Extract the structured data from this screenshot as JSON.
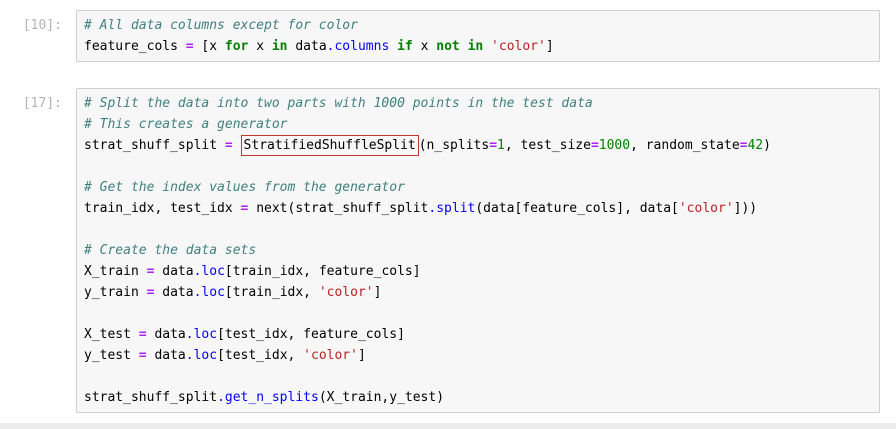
{
  "app": {
    "name": "jupyter-notebook"
  },
  "colors": {
    "cell_background": "#f7f7f7",
    "cell_border": "#cfcfcf",
    "prompt_text": "#b3b3b3",
    "comment": "#408080",
    "keyword": "#008000",
    "operator": "#AA22FF",
    "string": "#BA2121",
    "number": "#008000",
    "property": "#0000ff",
    "annotation_box": "#c0392b"
  },
  "cells": [
    {
      "prompt": "[10]:",
      "lines": [
        [
          {
            "t": "# All data columns except for color",
            "c": "com"
          }
        ],
        [
          {
            "t": "feature_cols ",
            "c": "pl"
          },
          {
            "t": "=",
            "c": "op"
          },
          {
            "t": " [x ",
            "c": "pl"
          },
          {
            "t": "for",
            "c": "kw"
          },
          {
            "t": " x ",
            "c": "pl"
          },
          {
            "t": "in",
            "c": "kw"
          },
          {
            "t": " data",
            "c": "pl"
          },
          {
            "t": ".columns",
            "c": "prop"
          },
          {
            "t": " ",
            "c": "pl"
          },
          {
            "t": "if",
            "c": "kw"
          },
          {
            "t": " x ",
            "c": "pl"
          },
          {
            "t": "not",
            "c": "kw"
          },
          {
            "t": " ",
            "c": "pl"
          },
          {
            "t": "in",
            "c": "kw"
          },
          {
            "t": " ",
            "c": "pl"
          },
          {
            "t": "'color'",
            "c": "str"
          },
          {
            "t": "]",
            "c": "pl"
          }
        ]
      ]
    },
    {
      "prompt": "[17]:",
      "lines": [
        [
          {
            "t": "# Split the data into two parts with 1000 points in the test data",
            "c": "com"
          }
        ],
        [
          {
            "t": "# This creates a generator",
            "c": "com"
          }
        ],
        [
          {
            "t": "strat_shuff_split ",
            "c": "pl"
          },
          {
            "t": "=",
            "c": "op"
          },
          {
            "t": " ",
            "c": "pl"
          },
          {
            "t": "StratifiedShuffleSplit",
            "c": "pl",
            "boxed": true
          },
          {
            "t": "(n_splits",
            "c": "pl"
          },
          {
            "t": "=",
            "c": "op"
          },
          {
            "t": "1",
            "c": "num"
          },
          {
            "t": ", test_size",
            "c": "pl"
          },
          {
            "t": "=",
            "c": "op"
          },
          {
            "t": "1000",
            "c": "num"
          },
          {
            "t": ", random_state",
            "c": "pl"
          },
          {
            "t": "=",
            "c": "op"
          },
          {
            "t": "42",
            "c": "num"
          },
          {
            "t": ")",
            "c": "pl"
          }
        ],
        [],
        [
          {
            "t": "# Get the index values from the generator",
            "c": "com"
          }
        ],
        [
          {
            "t": "train_idx, test_idx ",
            "c": "pl"
          },
          {
            "t": "=",
            "c": "op"
          },
          {
            "t": " next(strat_shuff_split",
            "c": "pl"
          },
          {
            "t": ".split",
            "c": "prop"
          },
          {
            "t": "(data[feature_cols], data[",
            "c": "pl"
          },
          {
            "t": "'color'",
            "c": "str"
          },
          {
            "t": "]))",
            "c": "pl"
          }
        ],
        [],
        [
          {
            "t": "# Create the data sets",
            "c": "com"
          }
        ],
        [
          {
            "t": "X_train ",
            "c": "pl"
          },
          {
            "t": "=",
            "c": "op"
          },
          {
            "t": " data",
            "c": "pl"
          },
          {
            "t": ".loc",
            "c": "prop"
          },
          {
            "t": "[train_idx, feature_cols]",
            "c": "pl"
          }
        ],
        [
          {
            "t": "y_train ",
            "c": "pl"
          },
          {
            "t": "=",
            "c": "op"
          },
          {
            "t": " data",
            "c": "pl"
          },
          {
            "t": ".loc",
            "c": "prop"
          },
          {
            "t": "[train_idx, ",
            "c": "pl"
          },
          {
            "t": "'color'",
            "c": "str"
          },
          {
            "t": "]",
            "c": "pl"
          }
        ],
        [],
        [
          {
            "t": "X_test ",
            "c": "pl"
          },
          {
            "t": "=",
            "c": "op"
          },
          {
            "t": " data",
            "c": "pl"
          },
          {
            "t": ".loc",
            "c": "prop"
          },
          {
            "t": "[test_idx, feature_cols]",
            "c": "pl"
          }
        ],
        [
          {
            "t": "y_test ",
            "c": "pl"
          },
          {
            "t": "=",
            "c": "op"
          },
          {
            "t": " data",
            "c": "pl"
          },
          {
            "t": ".loc",
            "c": "prop"
          },
          {
            "t": "[test_idx, ",
            "c": "pl"
          },
          {
            "t": "'color'",
            "c": "str"
          },
          {
            "t": "]",
            "c": "pl"
          }
        ],
        [],
        [
          {
            "t": "strat_shuff_split",
            "c": "pl"
          },
          {
            "t": ".get_n_splits",
            "c": "prop"
          },
          {
            "t": "(X_train,y_test)",
            "c": "pl"
          }
        ]
      ]
    }
  ]
}
